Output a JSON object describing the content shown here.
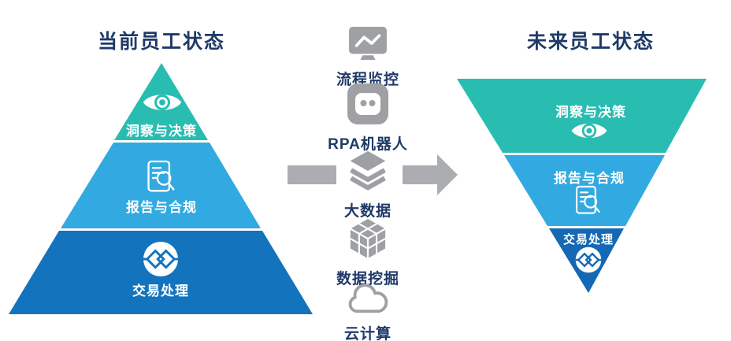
{
  "left_pyramid": {
    "title": "当前员工状态",
    "layers": [
      {
        "label": "洞察与决策",
        "icon": "eye-icon"
      },
      {
        "label": "报告与合规",
        "icon": "document-search-icon"
      },
      {
        "label": "交易处理",
        "icon": "transaction-icon"
      }
    ]
  },
  "center_column": {
    "items": [
      {
        "label": "流程监控",
        "icon": "monitor-chart-icon"
      },
      {
        "label": "RPA机器人",
        "icon": "rpa-robot-icon"
      },
      {
        "label": "大数据",
        "icon": "layers-icon"
      },
      {
        "label": "数据挖掘",
        "icon": "cube-icon"
      },
      {
        "label": "云计算",
        "icon": "cloud-icon"
      }
    ]
  },
  "right_pyramid": {
    "title": "未来员工状态",
    "layers": [
      {
        "label": "洞察与决策",
        "icon": "eye-icon"
      },
      {
        "label": "报告与合规",
        "icon": "document-search-icon"
      },
      {
        "label": "交易处理",
        "icon": "transaction-icon"
      }
    ]
  },
  "colors": {
    "title_text": "#1f3a68",
    "teal": "#29bdb2",
    "light_blue": "#32a9e1",
    "deep_blue": "#1373bd",
    "deep_blue_right": "#1568b4",
    "icon_gray": "#9ea0a3",
    "arrow_gray": "#abadb0",
    "label_white": "#ffffff"
  }
}
